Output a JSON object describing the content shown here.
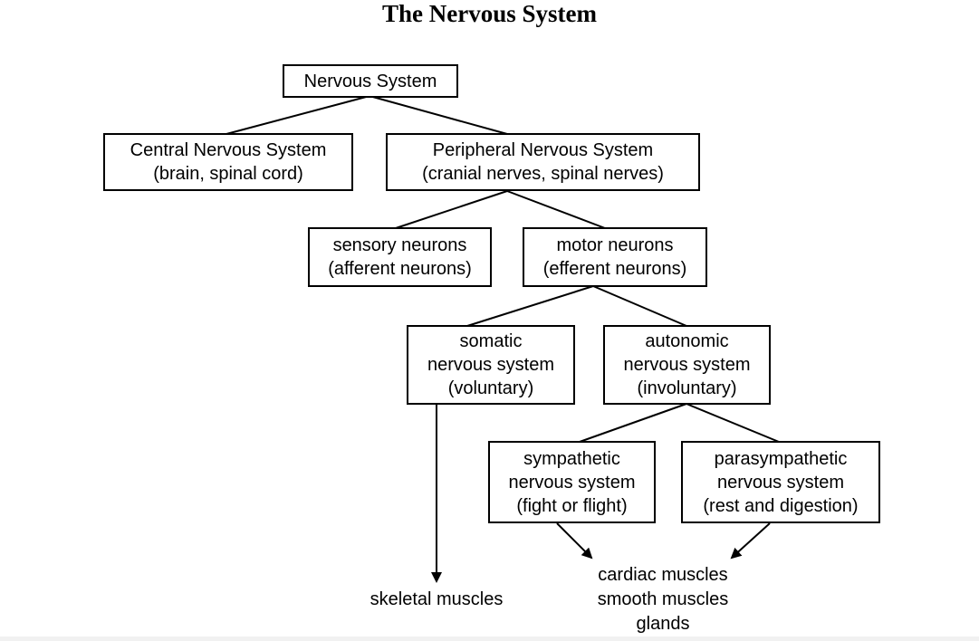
{
  "title": "The Nervous System",
  "nodes": {
    "nervous_system": {
      "line1": "Nervous System"
    },
    "cns": {
      "line1": "Central Nervous System",
      "line2": "(brain, spinal cord)"
    },
    "pns": {
      "line1": "Peripheral Nervous System",
      "line2": "(cranial nerves, spinal nerves)"
    },
    "sensory": {
      "line1": "sensory neurons",
      "line2": "(afferent neurons)"
    },
    "motor": {
      "line1": "motor neurons",
      "line2": "(efferent neurons)"
    },
    "somatic": {
      "line1": "somatic",
      "line2": "nervous system",
      "line3": "(voluntary)"
    },
    "autonomic": {
      "line1": "autonomic",
      "line2": "nervous system",
      "line3": "(involuntary)"
    },
    "sympathetic": {
      "line1": "sympathetic",
      "line2": "nervous system",
      "line3": "(fight or flight)"
    },
    "parasympathetic": {
      "line1": "parasympathetic",
      "line2": "nervous system",
      "line3": "(rest and digestion)"
    }
  },
  "targets": {
    "skeletal": "skeletal muscles",
    "cardiac": "cardiac muscles",
    "smooth": "smooth muscles",
    "glands": "glands"
  }
}
